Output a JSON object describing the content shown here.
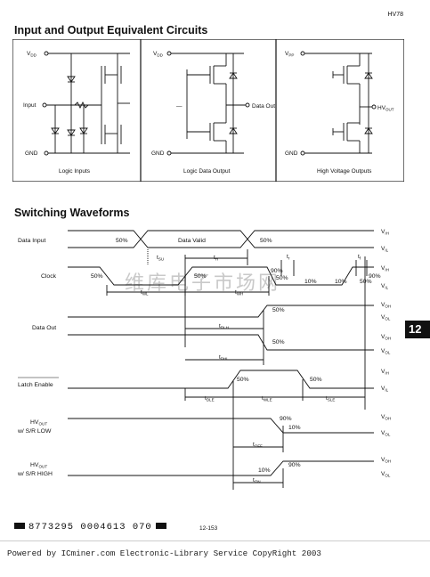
{
  "header": {
    "part_number": "HV78"
  },
  "section1": {
    "title": "Input and Output Equivalent Circuits",
    "panel1": {
      "vdd": "V",
      "vdd_sub": "DD",
      "input": "Input",
      "gnd": "GND",
      "caption": "Logic Inputs"
    },
    "panel2": {
      "vdd": "V",
      "vdd_sub": "DD",
      "dash": "—",
      "data_out": "Data Out",
      "gnd": "GND",
      "caption": "Logic Data Output"
    },
    "panel3": {
      "vpp": "V",
      "vpp_sub": "PP",
      "hvout": "HV",
      "hvout_sub": "OUT",
      "gnd": "GND",
      "caption": "High Voltage Outputs"
    }
  },
  "section2": {
    "title": "Switching Waveforms",
    "signals": {
      "data_input": "Data Input",
      "clock": "Clock",
      "data_out": "Data Out",
      "latch_enable": "Latch Enable",
      "hvout_low_1": "HV",
      "hvout_low_sub": "OUT",
      "hvout_low_2": "w/ S/R LOW",
      "hvout_high_1": "HV",
      "hvout_high_sub": "OUT",
      "hvout_high_2": "w/ S/R HIGH"
    },
    "labels": {
      "data_valid": "Data Valid",
      "p50": "50%",
      "p90": "90%",
      "p10": "10%",
      "t": "t"
    },
    "sub": {
      "su": "SU",
      "h": "H",
      "r": "r",
      "f": "f",
      "wl": "WL",
      "wh": "WH",
      "dlh": "DLH",
      "dhl": "DHL",
      "dle": "DLE",
      "wle": "WLE",
      "sle": "SLE",
      "off": "OFF",
      "on": "ON"
    },
    "levels": {
      "v": "V",
      "ih": "IH",
      "il": "IL",
      "oh": "OH",
      "ol": "OL"
    }
  },
  "side_tab": "12",
  "watermark": "维库电子市场网",
  "barcode_text": "8773295 0004613 070",
  "page_number": "12-153",
  "footer": "Powered by ICminer.com Electronic-Library Service CopyRight 2003"
}
